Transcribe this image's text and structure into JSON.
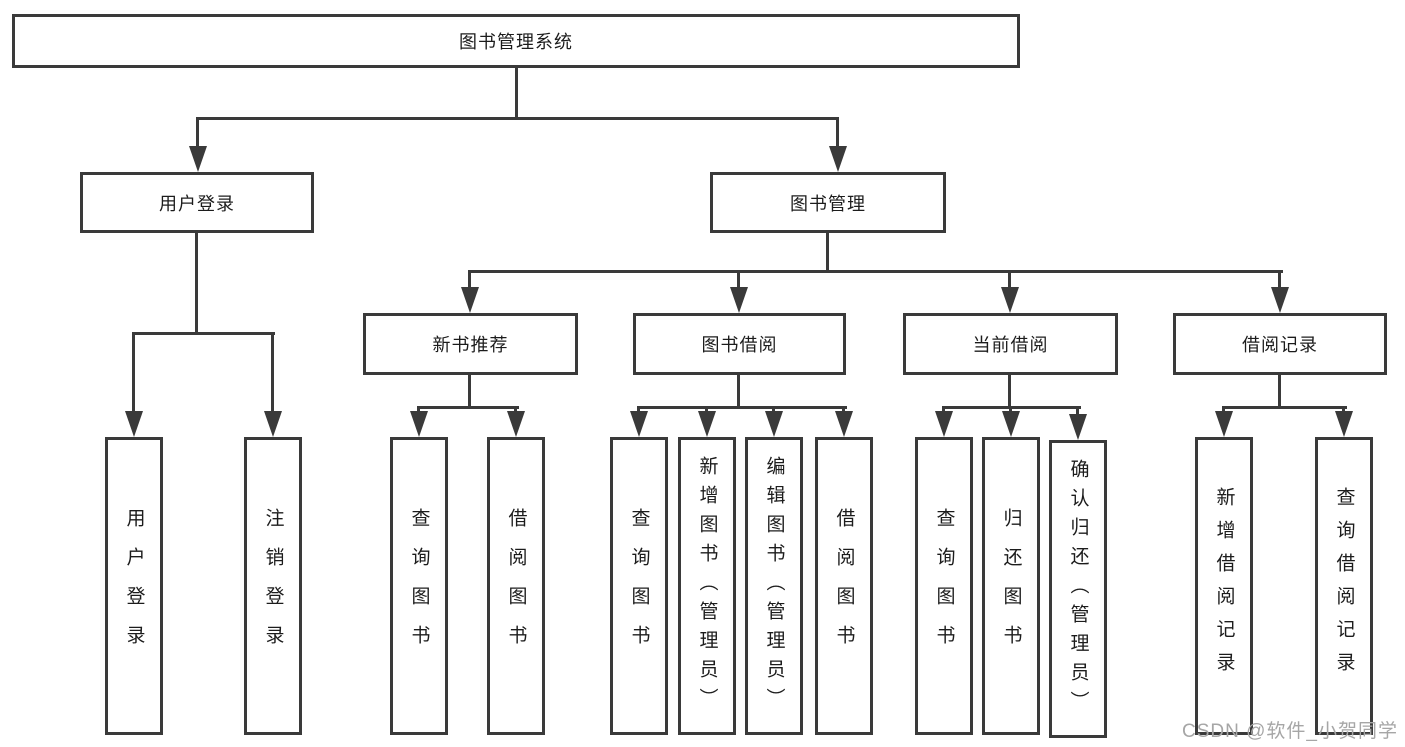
{
  "colors": {
    "background": "#ffffff",
    "line": "#3a3a3a",
    "text": "#1c1c1c",
    "watermark": "#a6a6a6"
  },
  "tree": {
    "root": {
      "label": "图书管理系统"
    },
    "branches": [
      {
        "label": "用户登录",
        "children": [
          {
            "label": "用户登录"
          },
          {
            "label": "注销登录"
          }
        ]
      },
      {
        "label": "图书管理",
        "children": [
          {
            "label": "新书推荐",
            "children": [
              {
                "label": "查询图书"
              },
              {
                "label": "借阅图书"
              }
            ]
          },
          {
            "label": "图书借阅",
            "children": [
              {
                "label": "查询图书"
              },
              {
                "label": "新增图书（管理员）"
              },
              {
                "label": "编辑图书（管理员）"
              },
              {
                "label": "借阅图书"
              }
            ]
          },
          {
            "label": "当前借阅",
            "children": [
              {
                "label": "查询图书"
              },
              {
                "label": "归还图书"
              },
              {
                "label": "确认归还（管理员）"
              }
            ]
          },
          {
            "label": "借阅记录",
            "children": [
              {
                "label": "新增借阅记录"
              },
              {
                "label": "查询借阅记录"
              }
            ]
          }
        ]
      }
    ]
  },
  "watermark": {
    "text": "CSDN @软件_小贺同学"
  }
}
